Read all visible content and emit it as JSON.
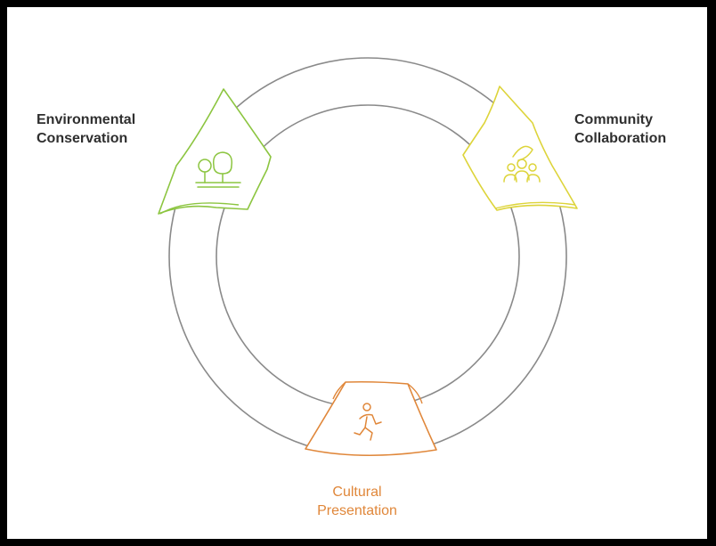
{
  "nodes": [
    {
      "id": "environmental",
      "label": "Environmental\nConservation",
      "color": "#8cc540",
      "icon": "trees-icon"
    },
    {
      "id": "community",
      "label": "Community\nCollaboration",
      "color": "#ddd43a",
      "icon": "people-group-icon"
    },
    {
      "id": "cultural",
      "label": "Cultural\nPresentation",
      "color": "#e0873a",
      "icon": "running-person-icon"
    }
  ],
  "ring_color": "#8a8a8a"
}
